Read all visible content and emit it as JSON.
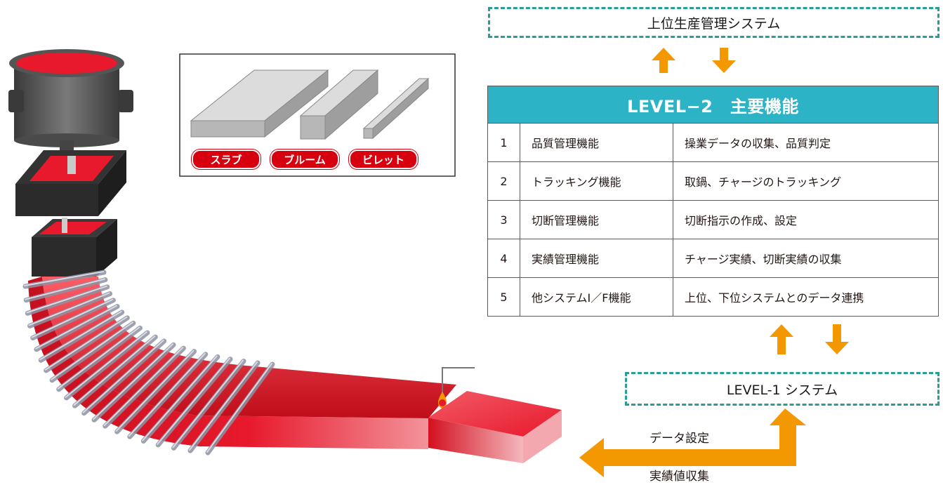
{
  "upper_system": {
    "label": "上位生産管理システム"
  },
  "level2": {
    "title": "LEVEL−2　主要機能",
    "rows": [
      {
        "no": "1",
        "function": "品質管理機能",
        "description": "操業データの収集、品質判定"
      },
      {
        "no": "2",
        "function": "トラッキング機能",
        "description": "取鍋、チャージのトラッキング"
      },
      {
        "no": "3",
        "function": "切断管理機能",
        "description": "切断指示の作成、設定"
      },
      {
        "no": "4",
        "function": "実績管理機能",
        "description": "チャージ実績、切断実績の収集"
      },
      {
        "no": "5",
        "function": "他システムI／F機能",
        "description": "上位、下位システムとのデータ連携"
      }
    ]
  },
  "level1_system": {
    "label": "LEVEL-1 システム"
  },
  "flows": {
    "data_setting": "データ設定",
    "results_collection": "実績値収集"
  },
  "products": {
    "slab": "スラブ",
    "bloom": "ブルーム",
    "billet": "ビレット"
  },
  "colors": {
    "steel_red": "#e8192c",
    "accent_orange": "#f39800",
    "teal": "#2cb3c6",
    "dash_teal": "#2a9d94"
  }
}
